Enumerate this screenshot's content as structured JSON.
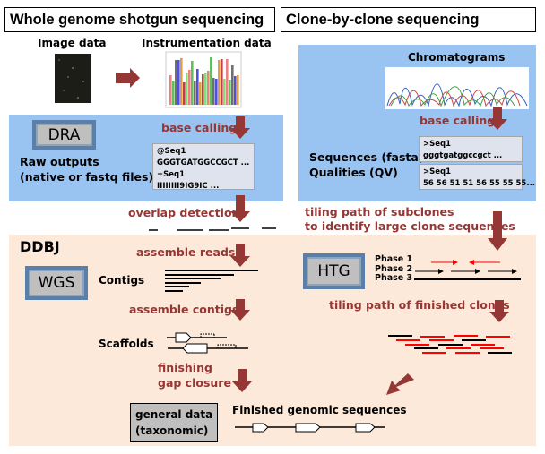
{
  "left_title": "Whole genome shotgun sequencing",
  "right_title": "Clone-by-clone sequencing",
  "image_data_label": "Image data",
  "instrumentation_label": "Instrumentation data",
  "chromatograms_label": "Chromatograms",
  "left_base_calling": "base calling",
  "right_base_calling": "base calling",
  "dra_button": "DRA",
  "raw_outputs": [
    "Raw outputs",
    "(native or fastq files)"
  ],
  "fastq_lines": [
    "@Seq1",
    "GGGTGATGGCCGCT ...",
    "+Seq1",
    "IIIIIIII9IG9IC ..."
  ],
  "sequences_label": [
    "Sequences (fasta)",
    "Qualities (QV)"
  ],
  "fasta_lines": [
    ">Seq1",
    "gggtgatggccgct ..."
  ],
  "qv_lines": [
    ">Seq1",
    " 56 56 51 51 56 55 55 55..."
  ],
  "overlap_detection": "overlap detection",
  "tiling_subclones": [
    "tiling path of subclones",
    "to identify  large clone sequences"
  ],
  "ddbj_label": "DDBJ",
  "assemble_reads": "assemble reads",
  "wgs_button": "WGS",
  "contigs_label": "Contigs",
  "assemble_contigs": "assemble contigs",
  "scaffolds_label": "Scaffolds",
  "finishing": [
    "finishing",
    "gap closure"
  ],
  "general_data": [
    "general data",
    "(taxonomic)"
  ],
  "finished_label": "Finished genomic sequences",
  "htg_button": "HTG",
  "phases": [
    "Phase 1",
    "Phase 2",
    "Phase 3"
  ],
  "tiling_finished": "tiling path of finished clones",
  "colors": {
    "arrow": "#953735",
    "blue_panel": "#99c3f0",
    "peach_panel": "#fde9d9",
    "red_line": "#ff0000"
  }
}
